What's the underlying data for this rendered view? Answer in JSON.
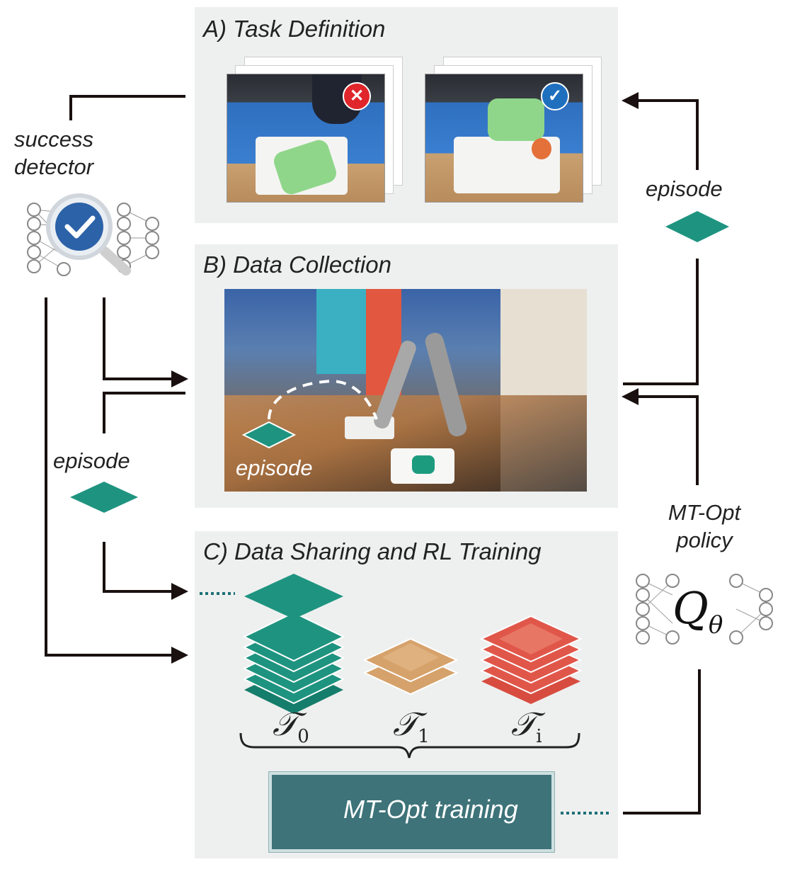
{
  "panels": {
    "task_definition": "A) Task Definition",
    "data_collection": "B) Data Collection",
    "data_sharing": "C) Data Sharing and RL Training"
  },
  "labels": {
    "success_detector_line1": "success",
    "success_detector_line2": "detector",
    "episode_right": "episode",
    "episode_left": "episode",
    "episode_photo": "episode",
    "policy_line1": "MT-Opt",
    "policy_line2": "policy",
    "training": "MT-Opt training"
  },
  "tasks": [
    {
      "symbol": "𝒯",
      "subscript": "0"
    },
    {
      "symbol": "𝒯",
      "subscript": "1"
    },
    {
      "symbol": "𝒯",
      "subscript": "i"
    }
  ],
  "policy_q": {
    "symbol": "Q",
    "subscript": "θ"
  },
  "task_examples": [
    {
      "status_icon": "x-icon",
      "status_color": "#e0262b"
    },
    {
      "status_icon": "check-icon",
      "status_color": "#1f6fbf"
    }
  ],
  "colors": {
    "episode_teal": "#1e9480",
    "task1_tan": "#d6a26b",
    "taski_red": "#e0574a",
    "training_box": "#3d7379",
    "panel_bg": "#eef0ef",
    "arrow": "#1a1010"
  }
}
